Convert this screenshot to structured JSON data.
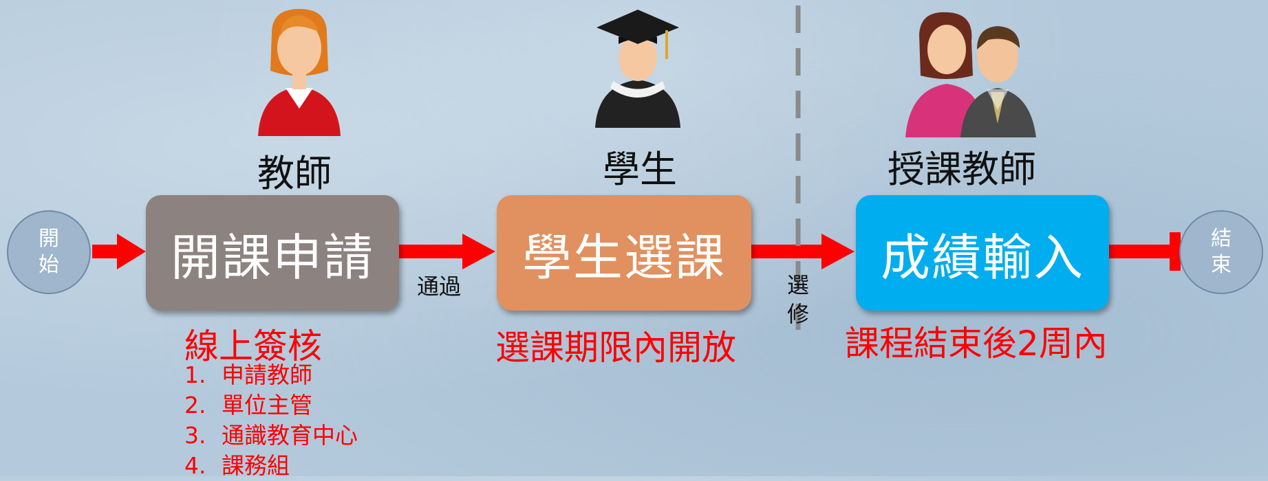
{
  "nodes": {
    "start": {
      "line1": "開",
      "line2": "始",
      "fill": "#9fb6cc"
    },
    "end": {
      "line1": "結",
      "line2": "束",
      "fill": "#9fb6cc"
    }
  },
  "steps": [
    {
      "role": "教師",
      "label": "開課申請",
      "fill": "#8c8280",
      "note": "線上簽核",
      "list": [
        {
          "num": "1.",
          "text": "申請教師"
        },
        {
          "num": "2.",
          "text": "單位主管"
        },
        {
          "num": "3.",
          "text": "通識教育中心"
        },
        {
          "num": "4.",
          "text": "課務組"
        }
      ]
    },
    {
      "role": "學生",
      "label": "學生選課",
      "fill": "#e0915f",
      "note": "選課期限內開放"
    },
    {
      "role": "授課教師",
      "label": "成績輸入",
      "fill": "#00adee",
      "note": "課程結束後2周內"
    }
  ],
  "edge_labels": {
    "pass": "通過",
    "elective_1": "選",
    "elective_2": "修"
  },
  "colors": {
    "arrow": "#ff0000",
    "divider": "#8a8a8a",
    "note_text": "#ff0000"
  },
  "icons": [
    "female-teacher-icon",
    "graduate-student-icon",
    "two-teachers-icon"
  ]
}
